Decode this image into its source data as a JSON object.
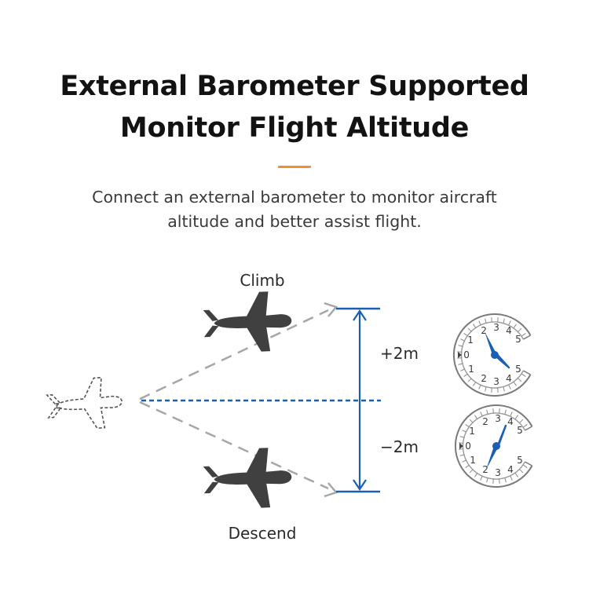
{
  "title": {
    "line1": "External Barometer Supported",
    "line2": "Monitor Flight Altitude"
  },
  "subtitle": {
    "line1": "Connect an external barometer to monitor aircraft",
    "line2": "altitude and better assist flight."
  },
  "diagram": {
    "climb_label": "Climb",
    "descend_label": "Descend",
    "up_label": "+2m",
    "down_label": "−2m",
    "gauge_digits": [
      "0",
      "1",
      "2",
      "3",
      "4",
      "5"
    ]
  },
  "colors": {
    "accent": "#f0902a",
    "blue": "#1b5fb4",
    "plane": "#404040",
    "dash_gray": "#a6a6a6"
  },
  "icons": [
    "airplane-outline-icon",
    "airplane-icon",
    "barometer-gauge-icon"
  ]
}
